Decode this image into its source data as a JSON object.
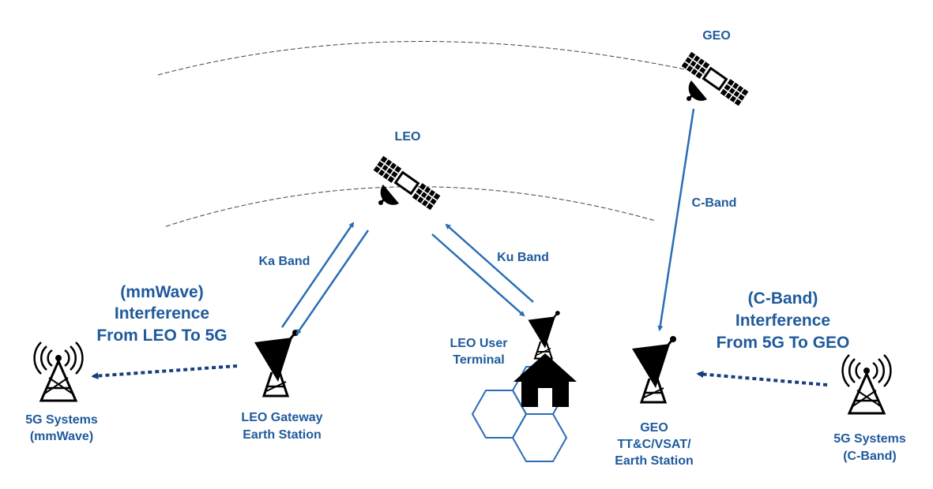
{
  "labels": {
    "geo_sat": "GEO",
    "leo_sat": "LEO",
    "c_band": "C-Band",
    "ka_band": "Ka Band",
    "ku_band": "Ku Band",
    "mmwave_interf_1": "(mmWave)",
    "mmwave_interf_2": "Interference",
    "mmwave_interf_3": "From LEO To 5G",
    "cband_interf_1": "(C-Band)",
    "cband_interf_2": "Interference",
    "cband_interf_3": "From 5G To GEO",
    "leo_user_1": "LEO User",
    "leo_user_2": "Terminal",
    "leo_gw_1": "LEO Gateway",
    "leo_gw_2": "Earth Station",
    "geo_es_1": "GEO",
    "geo_es_2": "TT&C/VSAT/",
    "geo_es_3": "Earth Station",
    "fiveg_mm_1": "5G Systems",
    "fiveg_mm_2": "(mmWave)",
    "fiveg_c_1": "5G Systems",
    "fiveg_c_2": "(C-Band)"
  },
  "colors": {
    "label": "#1f5a9c",
    "link": "#2a6db5",
    "interference": "#173f80",
    "icon": "#000000"
  },
  "icons": {
    "geo_satellite": "satellite-icon",
    "leo_satellite": "satellite-icon",
    "ground_dish": "satellite-dish-icon",
    "house": "house-icon",
    "tower": "cell-tower-icon",
    "coverage": "hexagon-cells-icon"
  }
}
